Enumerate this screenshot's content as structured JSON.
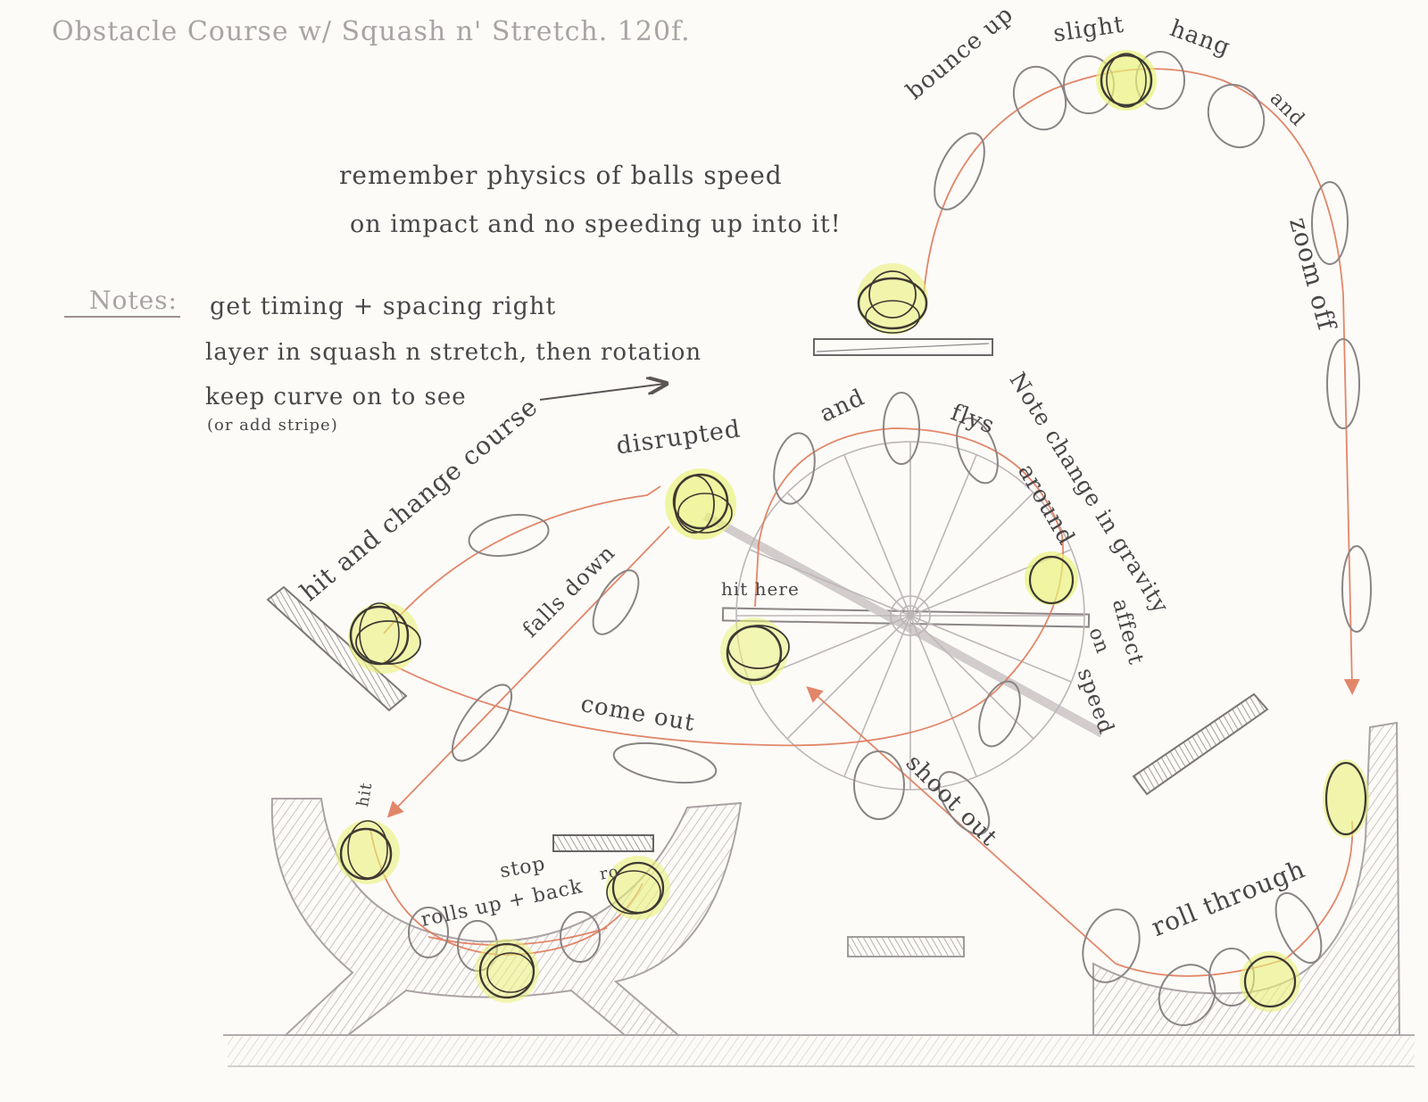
{
  "title": "Obstacle Course w/ Squash n' Stretch. 120f.",
  "physics_note": {
    "line1": "remember physics of balls speed",
    "line2": "on impact and no speeding up into it!"
  },
  "notes": {
    "heading": "Notes:",
    "line1": "get timing + spacing right",
    "line2": "layer in squash n stretch, then rotation",
    "line3": "keep curve on to see",
    "line4": "(or add stripe)"
  },
  "labels": {
    "bounce_up": "bounce up",
    "slight": "slight",
    "hang": "hang",
    "and_top": "and",
    "zoom_off": "zoom off",
    "hit_and_change_course": "hit and change course",
    "disrupted": "disrupted",
    "falls_down": "falls down",
    "and_wheel": "and",
    "flys": "flys",
    "around": "around",
    "note_change": "Note change in gravity",
    "affect": "affect",
    "on": "on",
    "speed": "speed",
    "hit_here": "hit here",
    "come_out": "come out",
    "shoot_out": "shoot out",
    "hit": "hit",
    "stop": "stop",
    "ro": "ro",
    "rolls_up_back": "rolls up + back",
    "roll_through": "roll through"
  },
  "colors": {
    "pencil": "#6f6a6c",
    "light_pencil": "#bdb6b8",
    "path": "#e07a5a",
    "highlight": "#e9f27a",
    "ball_dark": "#3d3a33"
  }
}
